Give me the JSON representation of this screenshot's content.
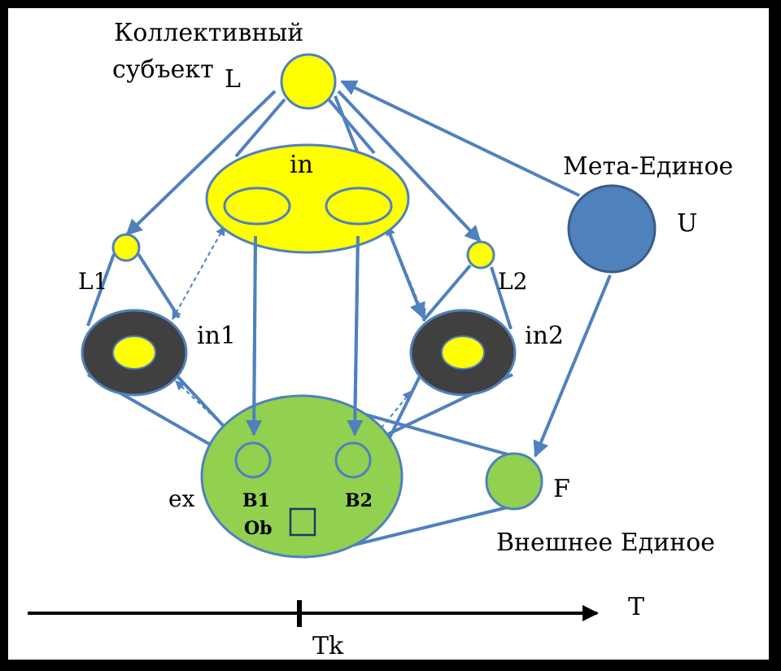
{
  "labels": {
    "collective_line1": "Коллективный",
    "collective_line2": "субъект",
    "L": "L",
    "in": "in",
    "meta_one": "Мета-Единое",
    "U": "U",
    "L1": "L1",
    "L2": "L2",
    "in1": "in1",
    "in2": "in2",
    "ex": "ex",
    "B1": "B1",
    "B2": "B2",
    "Ob": "Ob",
    "F": "F",
    "external_one": "Внешнее Единое",
    "T": "T",
    "Tk": "Tk"
  },
  "colors": {
    "yellow": "#FFFF00",
    "green": "#92D050",
    "blue": "#4F81BD",
    "dark_ring": "#404040",
    "line": "#4F81BD",
    "frame": "#000000",
    "paper": "#FFFFFF"
  }
}
